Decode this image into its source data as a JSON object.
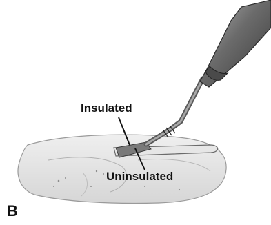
{
  "figure": {
    "panel_letter": "B",
    "labels": {
      "insulated": "Insulated",
      "uninsulated": "Uninsulated"
    },
    "colors": {
      "background": "#ffffff",
      "ink": "#111111",
      "tissue": "#d9d9d9",
      "handle_dark": "#4a4a4a",
      "handle_light": "#9a9a9a",
      "shaft": "#8a8a8a"
    }
  }
}
